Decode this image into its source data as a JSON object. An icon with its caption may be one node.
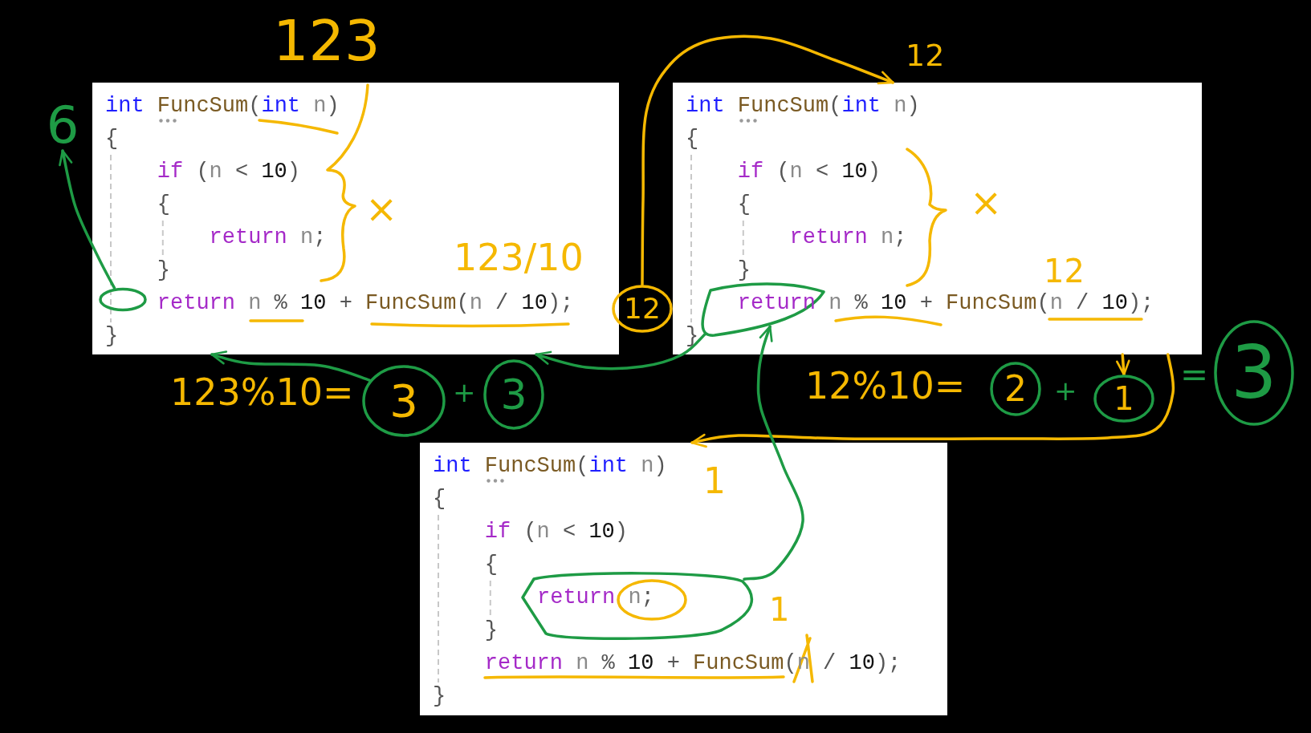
{
  "diagram": {
    "nodes": [
      {
        "text": [
          "6"
        ]
      },
      {
        "text": [
          "int FuncSum(int n)",
          "{",
          "if (n < 10)",
          "{",
          "return n;",
          "}",
          "return n % 10 + FuncSum(n / 10);",
          "}"
        ],
        "beside": [
          "123"
        ]
      },
      {
        "text": [],
        "shape": "circle",
        "in": 1
      },
      {
        "text": [
          "12"
        ]
      },
      {
        "text": [
          "int FuncSum(int n)",
          "{",
          "if (n < 10)",
          "{",
          "return n;",
          "}",
          "return n % 10 + FuncSum(n / 10);",
          "}"
        ],
        "beside": [
          "12"
        ]
      },
      {
        "text": [],
        "shape": "circle",
        "in": 4
      },
      {
        "text": [
          "3"
        ]
      },
      {
        "text": [
          "3"
        ]
      },
      {
        "text": [
          "2"
        ]
      },
      {
        "text": [
          "1"
        ]
      },
      {
        "text": [
          "3"
        ]
      },
      {
        "text": [
          "int FuncSum(int n)",
          "{",
          "if (n < 10)",
          "{",
          "}",
          "return n % 10 + FuncSum(n / 10);",
          "}"
        ]
      },
      {
        "text": [
          "return n;"
        ],
        "in": 11
      }
    ],
    "edges": [
      {
        "from": 2,
        "to": 0,
        "arrow": "to"
      },
      {
        "from": 6,
        "to": 1,
        "arrow": "to"
      },
      {
        "from": 3,
        "to": 4,
        "arrow": "to",
        "color": "#f5b800"
      },
      {
        "from": 5,
        "to": 1,
        "arrow": "to"
      },
      {
        "from": 4,
        "to": 11,
        "arrow": "to",
        "color": "#f5b800"
      },
      {
        "from": 12,
        "to": 5,
        "arrow": "to"
      },
      {
        "from": 4,
        "to": 9,
        "arrow": "to",
        "color": "#f5b800"
      }
    ],
    "labels": [
      "×",
      "×",
      "123/10",
      "12",
      "123%10=",
      "+",
      "12%10=",
      "+",
      "=",
      "1",
      "1"
    ]
  }
}
